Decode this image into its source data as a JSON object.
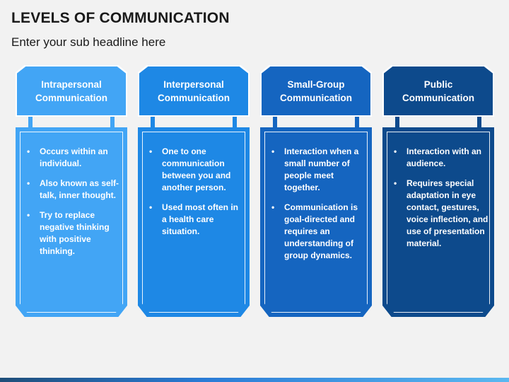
{
  "slide": {
    "title": "LEVELS OF COMMUNICATION",
    "subtitle": "Enter your sub headline here"
  },
  "columns": [
    {
      "heading": "Intrapersonal Communication",
      "color": "#42a5f5",
      "bullets": [
        "Occurs within an individual.",
        "Also known as self-talk, inner thought.",
        "Try to replace negative thinking with positive thinking."
      ]
    },
    {
      "heading": "Interpersonal Communication",
      "color": "#1e88e5",
      "bullets": [
        "One to one communication between you and another person.",
        "Used most often in a health care situation."
      ]
    },
    {
      "heading": "Small-Group Communication",
      "color": "#1565c0",
      "bullets": [
        "Interaction when a small number of people meet together.",
        "Communication is goal-directed and requires an understanding of group dynamics."
      ]
    },
    {
      "heading": "Public Communication",
      "color": "#0d4a8c",
      "bullets": [
        "Interaction with an audience.",
        "Requires special adaptation in eye contact, gestures, voice inflection, and use of presentation material."
      ]
    }
  ]
}
